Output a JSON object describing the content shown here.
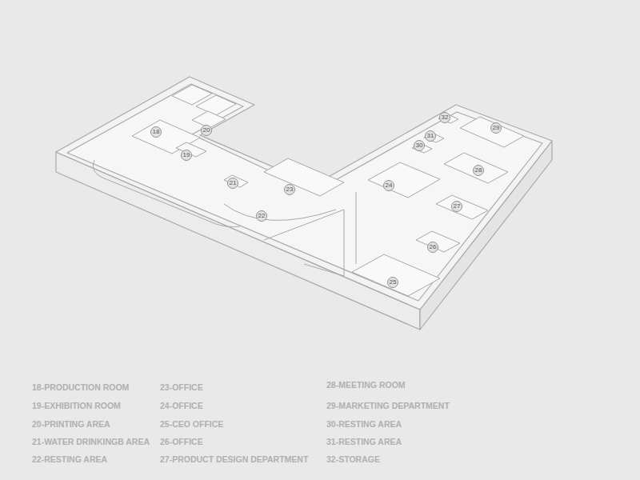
{
  "diagram": {
    "labels": [
      "18",
      "20",
      "19",
      "21",
      "22",
      "23",
      "24",
      "25",
      "26",
      "27",
      "28",
      "29",
      "30",
      "31",
      "32",
      "18-PRODUCTION ROOM",
      "19-EXHIBITION ROOM",
      "20-PRINTING AREA",
      "21-WATER DRINKINGB AREA",
      "22-RESTING AREA",
      "23-OFFICE",
      "24-OFFICE",
      "25-CEO OFFICE",
      "26-OFFICE",
      "27-PRODUCT DESIGN DEPARTMENT",
      "28-MEETING ROOM",
      "29-MARKETING DEPARTMENT",
      "30-RESTING AREA",
      "31-RESTING AREA",
      "32-STORAGE"
    ]
  }
}
